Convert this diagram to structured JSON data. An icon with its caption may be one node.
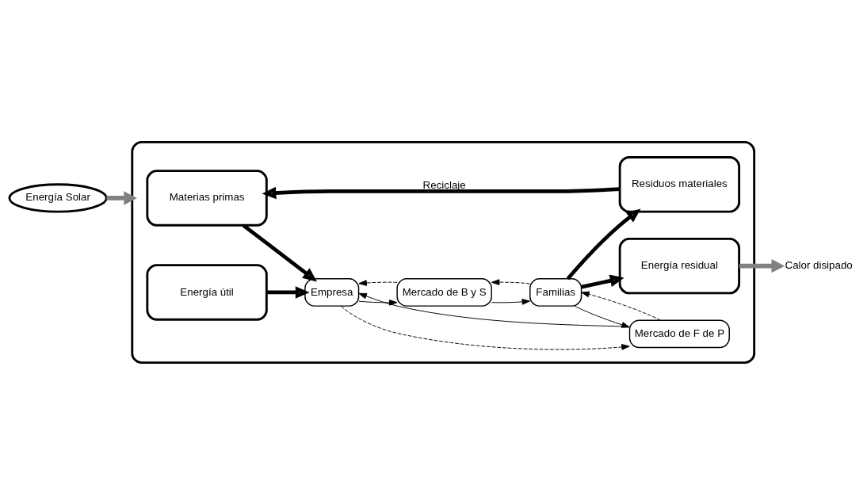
{
  "diagram": {
    "nodes": [
      {
        "text": [
          "Energía Solar"
        ]
      },
      {
        "text": [],
        "shape": "box"
      },
      {
        "text": [
          "Materias primas"
        ],
        "in": 1
      },
      {
        "text": [
          "Residuos materiales"
        ],
        "in": 1
      },
      {
        "text": [
          "Energía útil"
        ],
        "in": 1
      },
      {
        "text": [
          "Energía residual"
        ],
        "in": 1
      },
      {
        "text": [
          "Mercado de B y S"
        ],
        "in": 1
      },
      {
        "text": [
          "Empresa"
        ],
        "in": 1
      },
      {
        "text": [
          "Familias"
        ],
        "in": 1
      },
      {
        "text": [
          "Mercado de F de P"
        ],
        "in": 1
      },
      {
        "text": [
          "Calor disipado"
        ]
      }
    ],
    "edges": [
      {
        "from": 0,
        "to": 1,
        "arrow": "to",
        "style": "thick",
        "color": "#808080"
      },
      {
        "from": 3,
        "to": 2,
        "arrow": "to",
        "label": "Reciclaje",
        "style": "thick"
      },
      {
        "from": 2,
        "to": 7,
        "arrow": "to",
        "style": "thick"
      },
      {
        "from": 4,
        "to": 7,
        "arrow": "to",
        "style": "thick"
      },
      {
        "from": 7,
        "to": 6,
        "arrow": "to"
      },
      {
        "from": 6,
        "to": 8,
        "arrow": "to"
      },
      {
        "from": 8,
        "to": 9,
        "arrow": "to"
      },
      {
        "from": 9,
        "to": 7,
        "arrow": "to"
      },
      {
        "from": 8,
        "to": 6,
        "arrow": "to",
        "style": "dashed"
      },
      {
        "from": 6,
        "to": 7,
        "arrow": "to",
        "style": "dashed"
      },
      {
        "from": 7,
        "to": 9,
        "arrow": "to",
        "style": "dashed"
      },
      {
        "from": 9,
        "to": 8,
        "arrow": "to",
        "style": "dashed"
      },
      {
        "from": 8,
        "to": 3,
        "arrow": "to",
        "style": "thick"
      },
      {
        "from": 8,
        "to": 5,
        "arrow": "to",
        "style": "thick"
      },
      {
        "from": 5,
        "to": 10,
        "arrow": "to",
        "style": "thick",
        "color": "#808080"
      }
    ]
  }
}
